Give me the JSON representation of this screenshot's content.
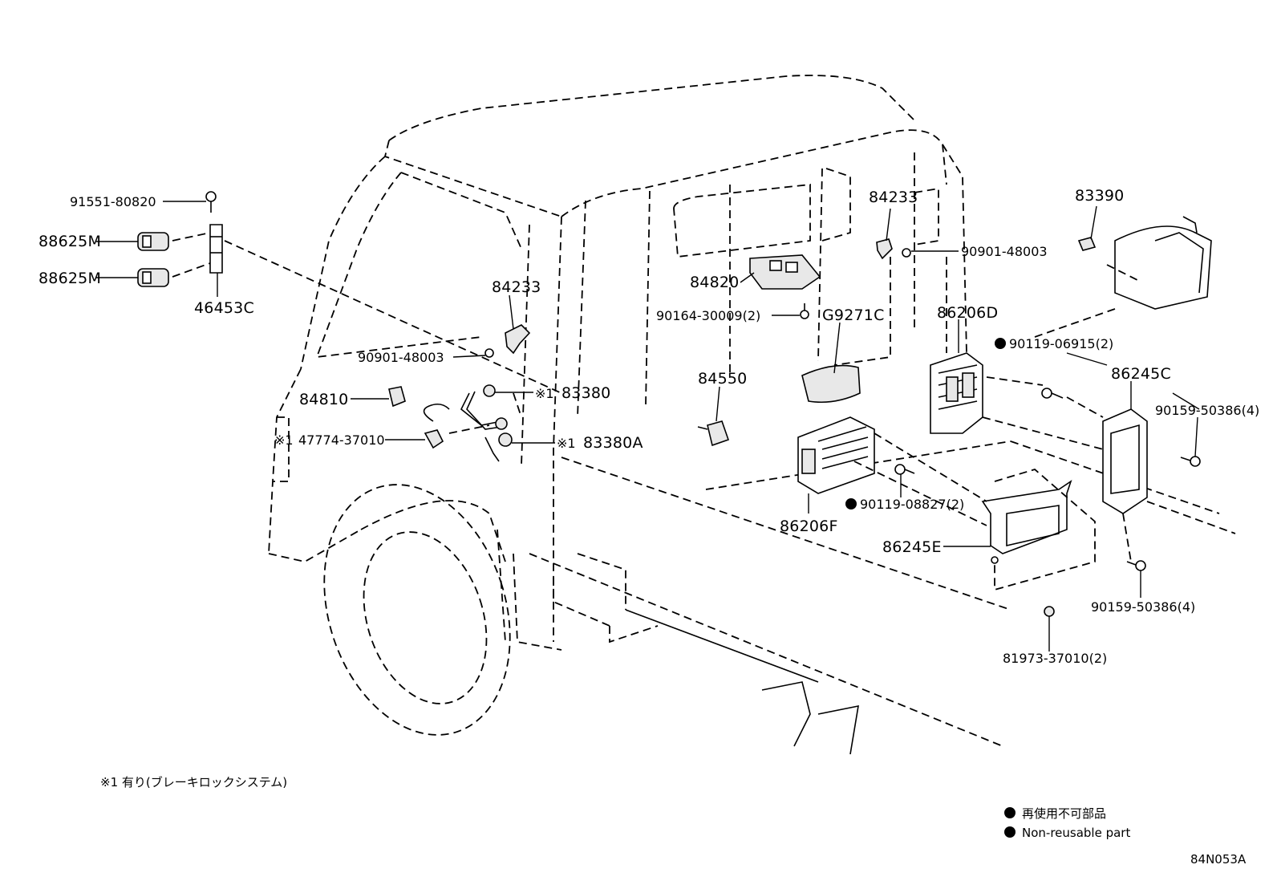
{
  "labels": {
    "p91551": "91551-80820",
    "p88625a": "88625M",
    "p88625b": "88625M",
    "p46453": "46453C",
    "p84233_left": "84233",
    "p90901_left": "90901-48003",
    "p84810": "84810",
    "p47774": "47774-37010",
    "p83380": "83380",
    "p83380A": "83380A",
    "p84820": "84820",
    "p90164": "90164-30009(2)",
    "pG9271": "G9271C",
    "p84550": "84550",
    "p84233_right": "84233",
    "p90901_right": "90901-48003",
    "p86206D": "86206D",
    "p83390": "83390",
    "p90119_06915": "90119-06915(2)",
    "p86245C": "86245C",
    "p90159_top": "90159-50386(4)",
    "p90119_08827": "90119-08827(2)",
    "p86206F": "86206F",
    "p86245E": "86245E",
    "p90159_bottom": "90159-50386(4)",
    "p81973": "81973-37010(2)"
  },
  "marks": {
    "ref1_a": "※1",
    "ref1_b": "※1",
    "ref1_c": "※1"
  },
  "footnote": "※1  有り(ブレーキロックシステム)",
  "legend": {
    "jp": "再使用不可部品",
    "en": "Non-reusable part"
  },
  "figure_code": "84N053A"
}
